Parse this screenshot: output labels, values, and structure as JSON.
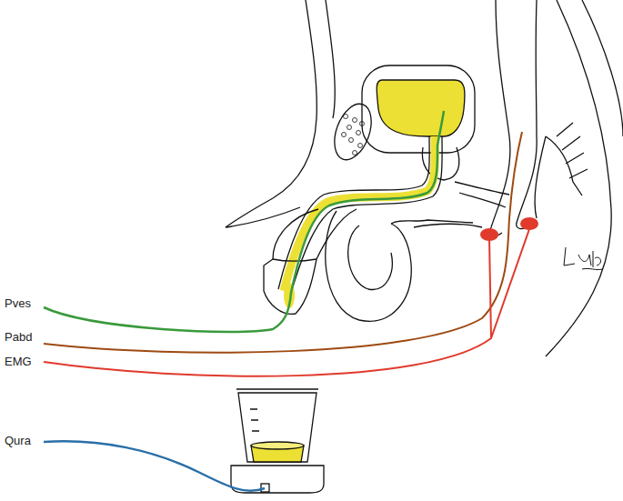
{
  "diagram": {
    "labels": [
      "Pves",
      "Pabd",
      "EMG",
      "Qura"
    ]
  }
}
